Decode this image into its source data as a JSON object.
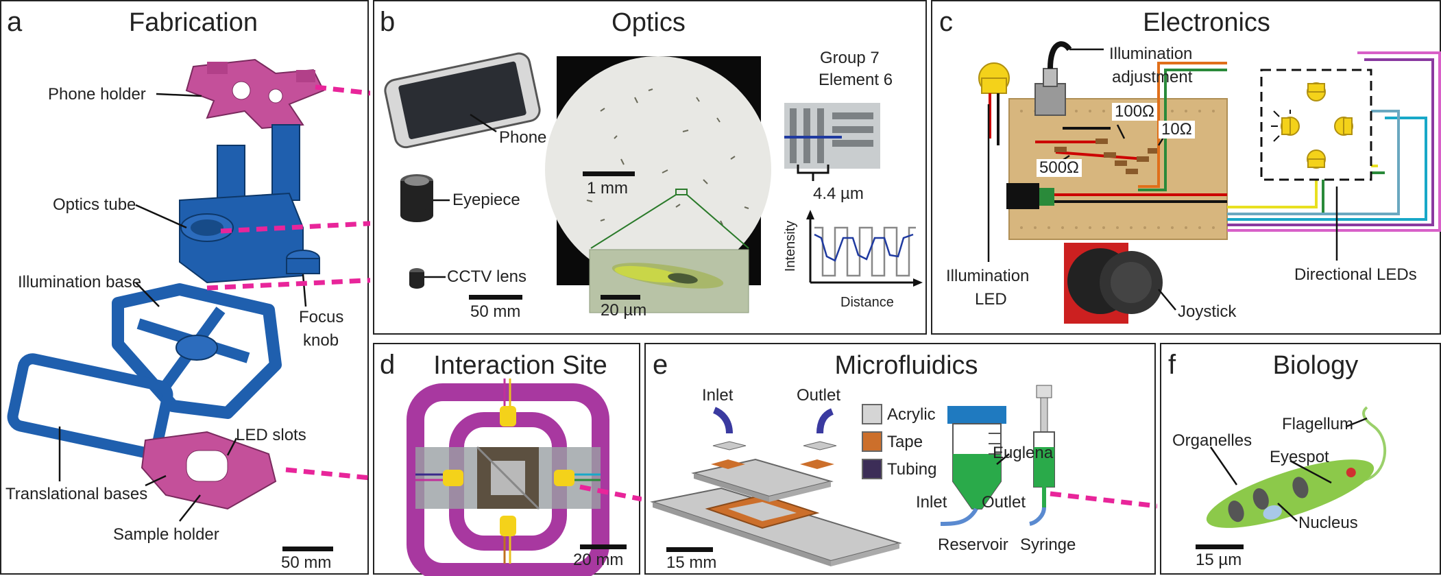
{
  "panels": {
    "a": {
      "letter": "a",
      "title": "Fabrication",
      "labels": {
        "phone_holder": "Phone holder",
        "optics_tube": "Optics tube",
        "illumination_base": "Illumination base",
        "focus": "Focus",
        "knob": "knob",
        "led_slots": "LED slots",
        "translational_bases": "Translational bases",
        "sample_holder": "Sample holder"
      },
      "scale": "50 mm"
    },
    "b": {
      "letter": "b",
      "title": "Optics",
      "labels": {
        "phone": "Phone",
        "eyepiece": "Eyepiece",
        "cctv_lens": "CCTV lens",
        "scale_device": "50 mm",
        "scale_field": "1 mm",
        "scale_inset": "20 µm",
        "group": "Group 7",
        "element": "Element 6",
        "resolution": "4.4 µm",
        "intensity": "Intensity",
        "distance": "Distance"
      }
    },
    "c": {
      "letter": "c",
      "title": "Electronics",
      "labels": {
        "illumination_adjustment_1": "Illumination",
        "illumination_adjustment_2": "adjustment",
        "r100": "100Ω",
        "r10": "10Ω",
        "r500": "500Ω",
        "illumination_led_1": "Illumination",
        "illumination_led_2": "LED",
        "joystick": "Joystick",
        "directional_leds": "Directional LEDs"
      }
    },
    "d": {
      "letter": "d",
      "title": "Interaction Site",
      "scale": "20 mm"
    },
    "e": {
      "letter": "e",
      "title": "Microfluidics",
      "labels": {
        "inlet_top": "Inlet",
        "outlet_top": "Outlet",
        "acrylic": "Acrylic",
        "tape": "Tape",
        "tubing": "Tubing",
        "euglena": "Euglena",
        "inlet": "Inlet",
        "outlet": "Outlet",
        "reservoir": "Reservoir",
        "syringe": "Syringe",
        "scale": "15 mm"
      }
    },
    "f": {
      "letter": "f",
      "title": "Biology",
      "labels": {
        "flagellum": "Flagellum",
        "organelles": "Organelles",
        "eyespot": "Eyespot",
        "nucleus": "Nucleus",
        "scale": "15 µm"
      }
    }
  },
  "colors": {
    "magenta": "#c4509a",
    "blue": "#1f5fae",
    "connector": "#e8259a",
    "acrylic": "#d5d5d5",
    "tape": "#cc6f2b",
    "tubing": "#3c2d57",
    "euglena": "#8cc94a",
    "board": "#d7b67e",
    "led": "#f4d21a"
  }
}
